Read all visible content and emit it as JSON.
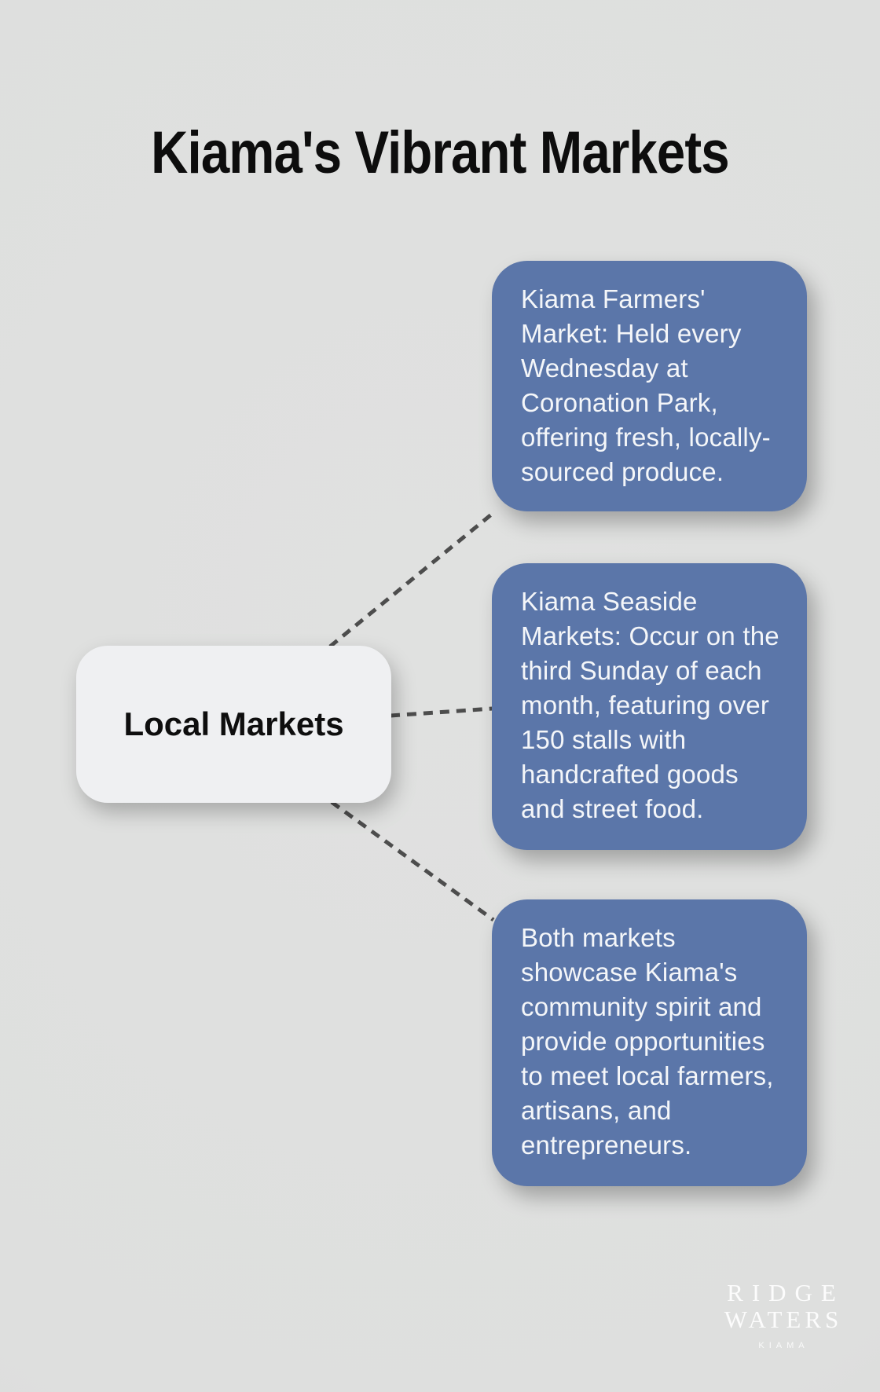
{
  "title": "Kiama's Vibrant Markets",
  "root_node": {
    "label": "Local Markets"
  },
  "cards": [
    {
      "id": "farmers-market",
      "text": "Kiama Farmers'\nMarket: Held every\nWednesday at\nCoronation Park,\noffering fresh, locally-\nsourced produce."
    },
    {
      "id": "seaside-markets",
      "text": "Kiama Seaside\nMarkets: Occur on the\nthird Sunday of each\nmonth, featuring over\n150 stalls with\nhandcrafted goods\nand street food."
    },
    {
      "id": "community",
      "text": "Both markets\nshowcase Kiama's\ncommunity spirit and\nprovide opportunities\nto meet local farmers,\nartisans, and\nentrepreneurs."
    }
  ],
  "connectors": {
    "style": "dashed"
  },
  "colors": {
    "background": "#e0e1e0",
    "card_fill": "#5b76a9",
    "card_text": "#f4f6f9",
    "root_fill": "#eff0f2",
    "root_text": "#0e0e0e",
    "connector": "#4d4d4d"
  },
  "watermark": {
    "line1": "RIDGE",
    "line2": "WATERS",
    "line3": "KIAMA"
  }
}
